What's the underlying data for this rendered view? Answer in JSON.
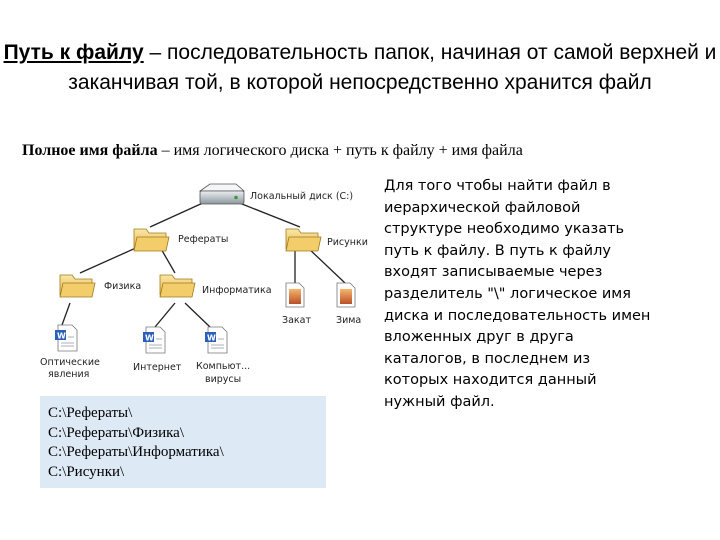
{
  "heading": {
    "term": "Путь к файлу",
    "rest": " – последовательность папок, начиная от самой верхней и заканчивая той, в которой непосредственно хранится файл"
  },
  "subheading": {
    "term": "Полное имя файла",
    "rest": " – имя логического диска + путь к файлу + имя файла"
  },
  "tree": {
    "disk": {
      "label": "Локальный диск (C:)",
      "icon": "hard-disk-icon"
    },
    "folders": [
      {
        "label": "Рефераты",
        "icon": "folder-icon"
      },
      {
        "label": "Рисунки",
        "icon": "folder-icon"
      },
      {
        "label": "Физика",
        "icon": "folder-icon"
      },
      {
        "label": "Информатика",
        "icon": "folder-icon"
      }
    ],
    "images": [
      {
        "label": "Закат",
        "icon": "image-file-icon"
      },
      {
        "label": "Зима",
        "icon": "image-file-icon"
      }
    ],
    "docs": [
      {
        "label1": "Оптические",
        "label2": "явления",
        "icon": "word-document-icon"
      },
      {
        "label1": "Интернет",
        "label2": "",
        "icon": "word-document-icon"
      },
      {
        "label1": "Компьют...",
        "label2": "вирусы",
        "icon": "word-document-icon"
      }
    ]
  },
  "paths": [
    "C:\\Рефераты\\",
    "C:\\Рефераты\\Физика\\",
    "C:\\Рефераты\\Информатика\\",
    "C:\\Рисунки\\"
  ],
  "explanation": "Для того чтобы найти файл в иерархической файловой структуре необходимо указать путь к файлу. В путь к файлу входят записываемые через разделитель \"\\\" логическое имя диска и последовательность имен вложенных друг в друга каталогов, в последнем из которых находится данный нужный файл."
}
